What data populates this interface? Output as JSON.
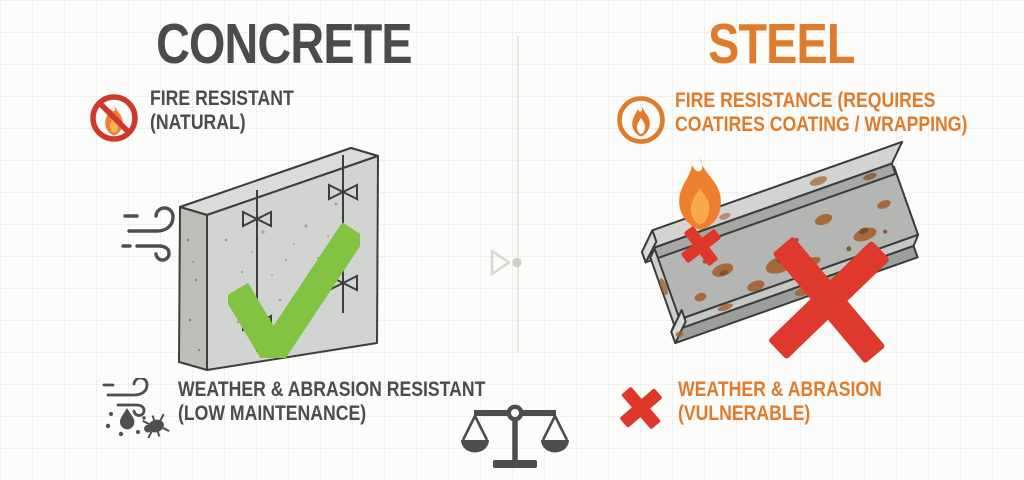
{
  "header": {
    "left_title": "CONCRETE",
    "right_title": "STEEL"
  },
  "left": {
    "fire_feature": {
      "icon": "no-fire-icon",
      "line1": "FIRE RESISTANT",
      "line2": "(NATURAL)"
    },
    "weather_feature": {
      "icon": "wind-rain-bug-icon",
      "line1": "WEATHER & ABRASION RESISTANT",
      "line2": "(LOW MAINTENANCE)"
    },
    "illustration": {
      "name": "concrete-wall",
      "verdict_icon": "green-checkmark-icon",
      "side_icon": "wind-icon"
    }
  },
  "right": {
    "fire_feature": {
      "icon": "fire-circle-icon",
      "line1": "FIRE RESISTANCE (REQUIRES",
      "line2": "COATIRES COATING / WRAPPING)"
    },
    "weather_feature": {
      "icon": "red-x-icon",
      "line1": "WEATHER & ABRASION",
      "line2": "(VULNERABLE)"
    },
    "illustration": {
      "name": "steel-i-beam",
      "verdict_icon": "big-red-x-icon",
      "detail_icons": [
        "flame-icon",
        "small-red-x-icon"
      ]
    }
  },
  "center": {
    "divider": "vertical-divider-line",
    "icons": [
      "play-arrow-icon",
      "balance-scale-icon"
    ]
  },
  "colors": {
    "background": "#fcfcfa",
    "grid_line": "#eef1f0",
    "dark_text": "#4b4b4a",
    "orange": "#df7b2a",
    "red": "#d9392c",
    "green": "#82c341",
    "concrete": "#d2d4d1",
    "steel": "#b4b6b4",
    "rust": "#a5612e"
  }
}
